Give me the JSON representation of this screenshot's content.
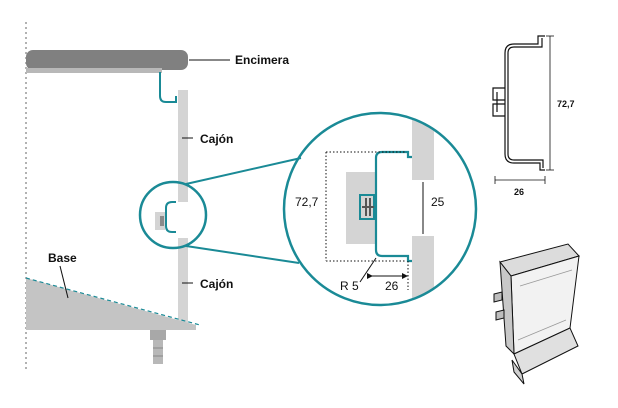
{
  "labels": {
    "encimera": "Encimera",
    "cajon_top": "Cajón",
    "cajon_bottom": "Cajón",
    "base": "Base"
  },
  "detail": {
    "height": "72,7",
    "gap": "25",
    "radius": "R 5",
    "depth": "26"
  },
  "profile_section": {
    "height": "72,7",
    "width": "26"
  },
  "colors": {
    "profile": "#1a8a96",
    "panel": "#d4d4d4",
    "counter": "#808080",
    "base": "#c4c4c4"
  }
}
